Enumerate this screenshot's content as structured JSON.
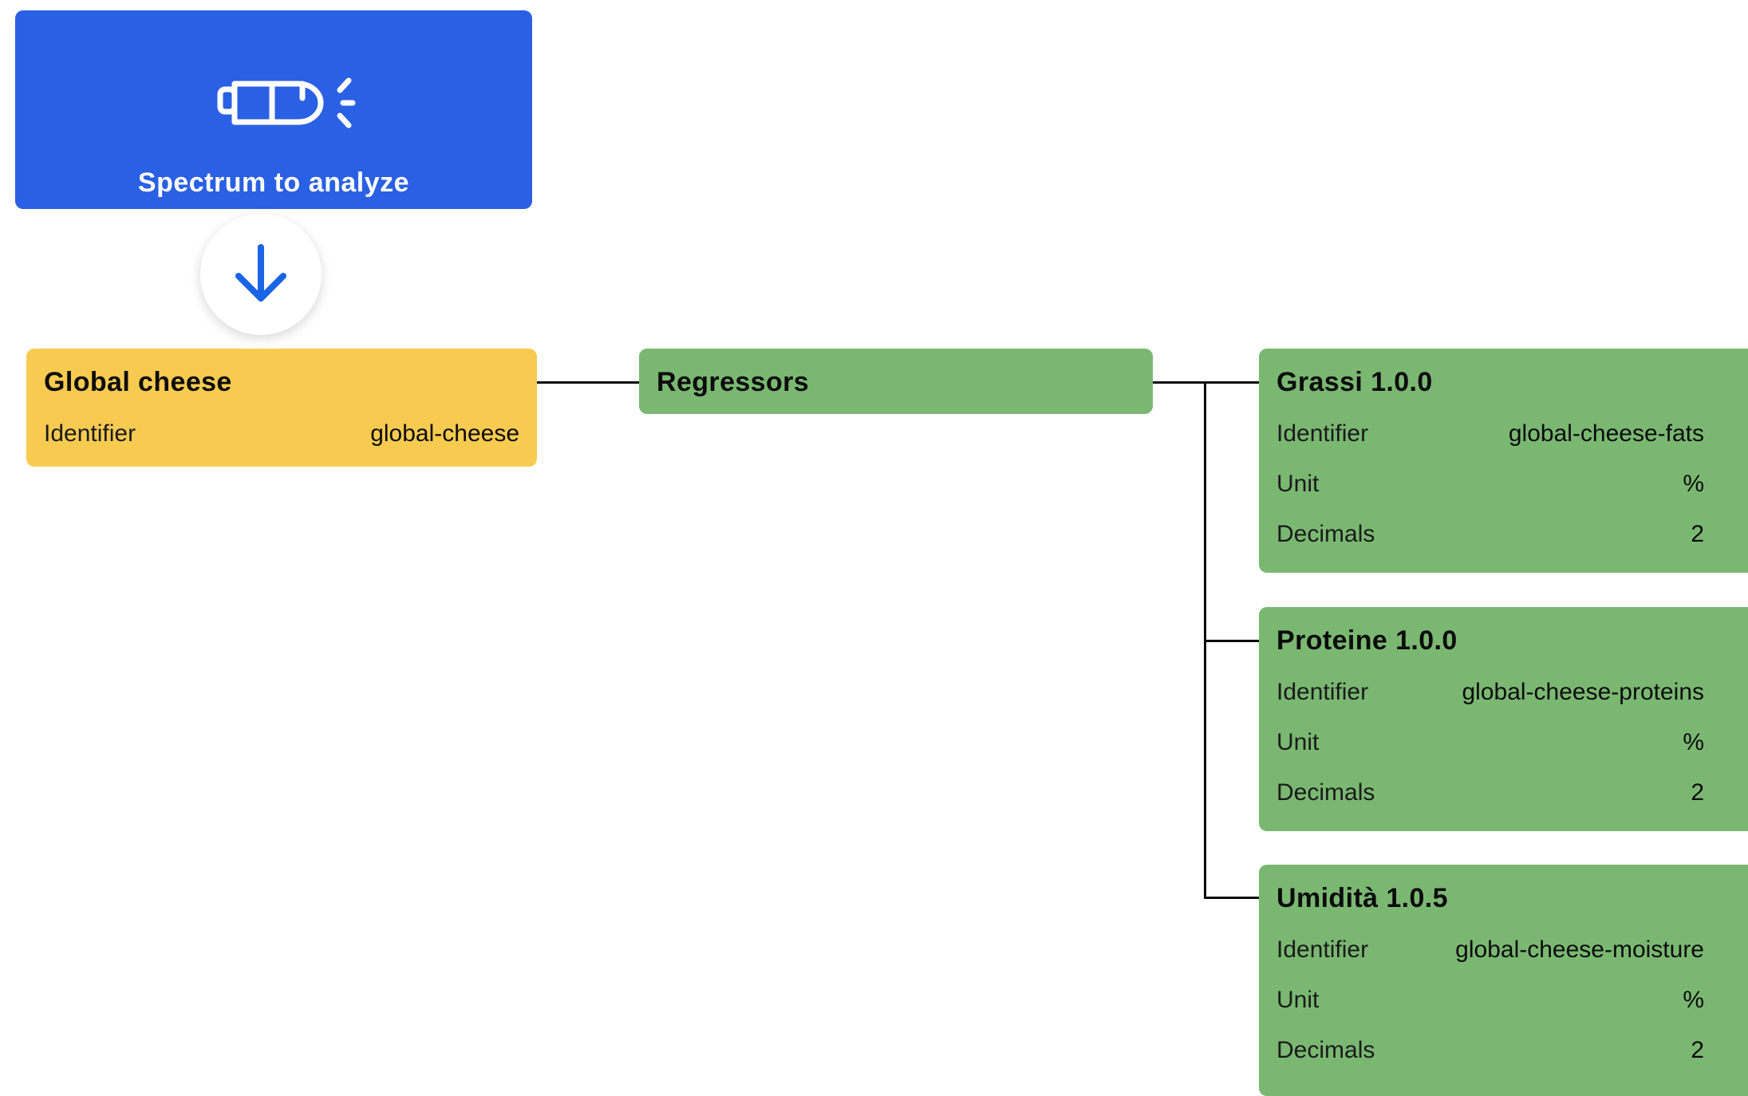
{
  "source": {
    "title": "Spectrum to analyze",
    "icon": "spectrometer-icon",
    "color": "#2a60e3"
  },
  "flow_arrow": {
    "icon": "arrow-down-icon",
    "color": "#1a64e6"
  },
  "model": {
    "title": "Global cheese",
    "color": "#f7cb50",
    "fields": [
      {
        "label": "Identifier",
        "value": "global-cheese"
      }
    ]
  },
  "group": {
    "title": "Regressors",
    "color": "#7ab872"
  },
  "regressors": [
    {
      "title": "Grassi 1.0.0",
      "fields": [
        {
          "label": "Identifier",
          "value": "global-cheese-fats"
        },
        {
          "label": "Unit",
          "value": "%"
        },
        {
          "label": "Decimals",
          "value": "2"
        }
      ]
    },
    {
      "title": "Proteine 1.0.0",
      "fields": [
        {
          "label": "Identifier",
          "value": "global-cheese-proteins"
        },
        {
          "label": "Unit",
          "value": "%"
        },
        {
          "label": "Decimals",
          "value": "2"
        }
      ]
    },
    {
      "title": "Umidità 1.0.5",
      "fields": [
        {
          "label": "Identifier",
          "value": "global-cheese-moisture"
        },
        {
          "label": "Unit",
          "value": "%"
        },
        {
          "label": "Decimals",
          "value": "2"
        }
      ]
    }
  ]
}
